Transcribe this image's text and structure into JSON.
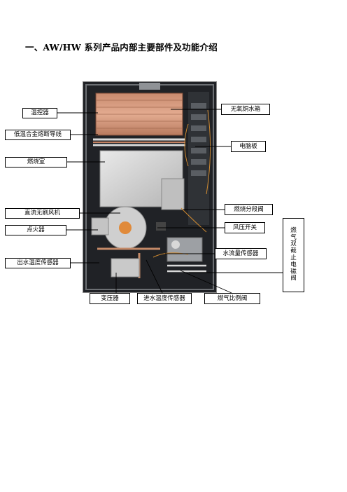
{
  "heading": "一、AW/HW 系列产品内部主要部件及功能介绍",
  "labels": {
    "thermostat": "温控器",
    "fuse_wire": "低温合金熔断导线",
    "combustion_chamber": "燃烧室",
    "dc_fan": "直流无刷风机",
    "igniter": "点火器",
    "outlet_sensor": "出水温度传感器",
    "heat_exchanger": "无氧铜水箱",
    "circuit_board": "电脑板",
    "gas_section_valve": "燃烧分段阀",
    "air_pressure_switch": "风压开关",
    "water_flow_sensor": "水流量传感器",
    "gas_shutoff_valve": "燃气双截止电磁阀",
    "transformer": "变压器",
    "inlet_sensor": "进水温度传感器",
    "gas_proportional_valve": "燃气比例阀"
  }
}
